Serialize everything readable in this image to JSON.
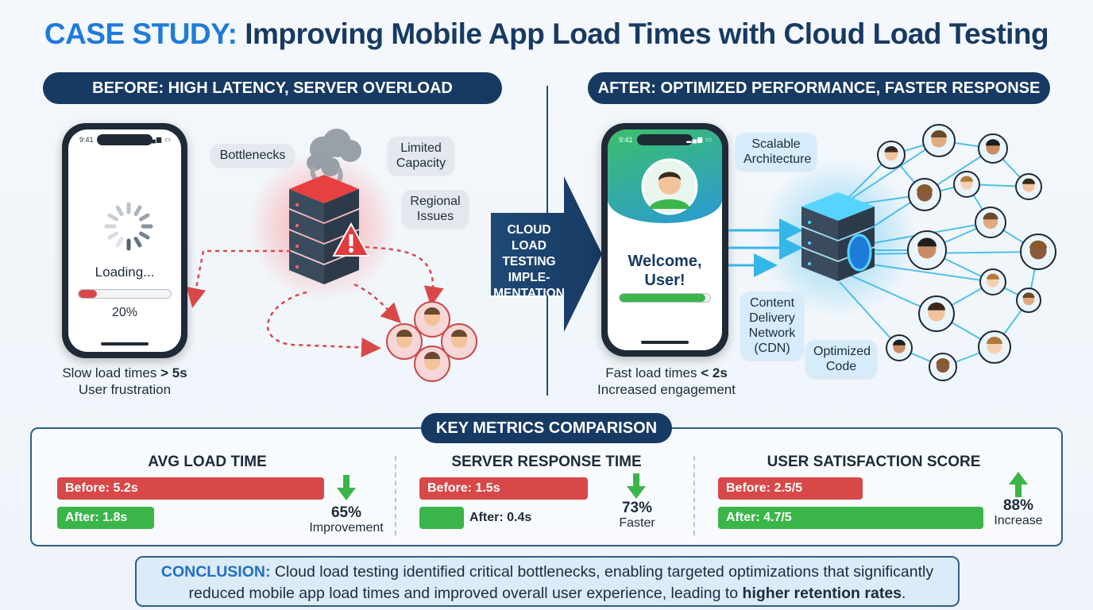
{
  "title": {
    "prefix": "CASE STUDY:",
    "main": "Improving Mobile App Load Times with Cloud Load Testing"
  },
  "before": {
    "header": "BEFORE: HIGH LATENCY, SERVER OVERLOAD",
    "phone": {
      "time": "9:41",
      "loading": "Loading...",
      "progress_label": "20%",
      "progress": 0.2
    },
    "callouts": {
      "bottlenecks": "Bottlenecks",
      "limited_capacity": "Limited Capacity",
      "regional_issues": "Regional Issues"
    },
    "caption": {
      "line1": "Slow load times ",
      "line1_bold": "> 5s",
      "line2": "User frustration"
    }
  },
  "middle": {
    "arrow_text": "CLOUD LOAD TESTING IMPLE-MENTATION"
  },
  "after": {
    "header": "AFTER: OPTIMIZED PERFORMANCE, FASTER RESPONSE",
    "phone": {
      "time": "9:41",
      "welcome": "Welcome, User!",
      "progress": 0.95
    },
    "callouts": {
      "scalable": "Scalable Architecture",
      "cdn": "Content Delivery Network (CDN)",
      "optimized": "Optimized Code"
    },
    "caption": {
      "line1": "Fast load times ",
      "line1_bold": "< 2s",
      "line2": "Increased engagement"
    }
  },
  "metrics": {
    "header": "KEY METRICS COMPARISON",
    "items": [
      {
        "title": "AVG LOAD TIME",
        "before": "Before: 5.2s",
        "after": "After: 1.8s",
        "pct": "65%",
        "label": "Improvement",
        "direction": "down"
      },
      {
        "title": "SERVER RESPONSE TIME",
        "before": "Before: 1.5s",
        "after": "After: 0.4s",
        "pct": "73%",
        "label": "Faster",
        "direction": "down"
      },
      {
        "title": "USER SATISFACTION SCORE",
        "before": "Before: 2.5/5",
        "after": "After: 4.7/5",
        "pct": "88%",
        "label": "Increase",
        "direction": "up"
      }
    ]
  },
  "conclusion": {
    "label": "CONCLUSION:",
    "text": " Cloud load testing identified critical bottlenecks, enabling targeted optimizations that significantly reduced mobile app load times and improved overall user experience, leading to ",
    "bold": "higher retention rates",
    "end": "."
  },
  "colors": {
    "navy": "#173a63",
    "accent_blue": "#1f7bd8",
    "red": "#d94848",
    "green": "#3ab54a",
    "cyan": "#35b6e8"
  },
  "icons": [
    "loading-spinner-icon",
    "server-icon",
    "warning-icon",
    "smoke-icon",
    "user-avatar-icon",
    "arrow-down-icon",
    "arrow-up-icon"
  ]
}
